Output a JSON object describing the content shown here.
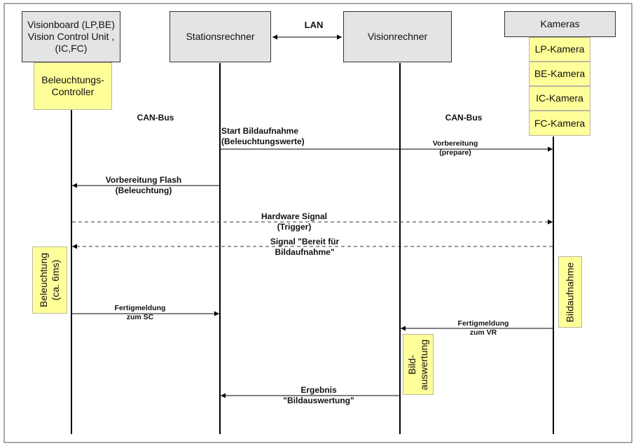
{
  "participants": {
    "visionboard": "Visionboard (LP,BE)\nVision Control Unit ,\n(IC,FC)",
    "stationsrechner": "Stationsrechner",
    "visionrechner": "Visionrechner",
    "kameras": "Kameras"
  },
  "sub_boxes": {
    "beleuchtungs_controller": "Beleuchtungs-\nController",
    "cameras": [
      "LP-Kamera",
      "BE-Kamera",
      "IC-Kamera",
      "FC-Kamera"
    ]
  },
  "activation_boxes": {
    "beleuchtung": "Beleuchtung\n(ca. 6ms)",
    "bildaufnahme": "Bildaufnahme",
    "bildauswertung": "Bild-\nauswertung"
  },
  "labels": {
    "lan": "LAN",
    "can_bus_left": "CAN-Bus",
    "can_bus_right": "CAN-Bus"
  },
  "messages": {
    "start_bildaufnahme": "Start Bildaufnahme\n(Beleuchtungswerte)",
    "vorbereitung_prepare": "Vorbereitung\n(prepare)",
    "vorbereitung_flash": "Vorbereitung Flash\n(Beleuchtung)",
    "hardware_signal": "Hardware Signal\n(Trigger)",
    "signal_bereit": "Signal \"Bereit für\nBildaufnahme\"",
    "fertigmeldung_sc": "Fertigmeldung\nzum SC",
    "fertigmeldung_vr": "Fertigmeldung\nzum VR",
    "ergebnis": "Ergebnis\n\"Bildauswertung\""
  },
  "colors": {
    "participant_fill": "#e4e4e4",
    "note_fill": "#ffff99",
    "line": "#000000"
  }
}
